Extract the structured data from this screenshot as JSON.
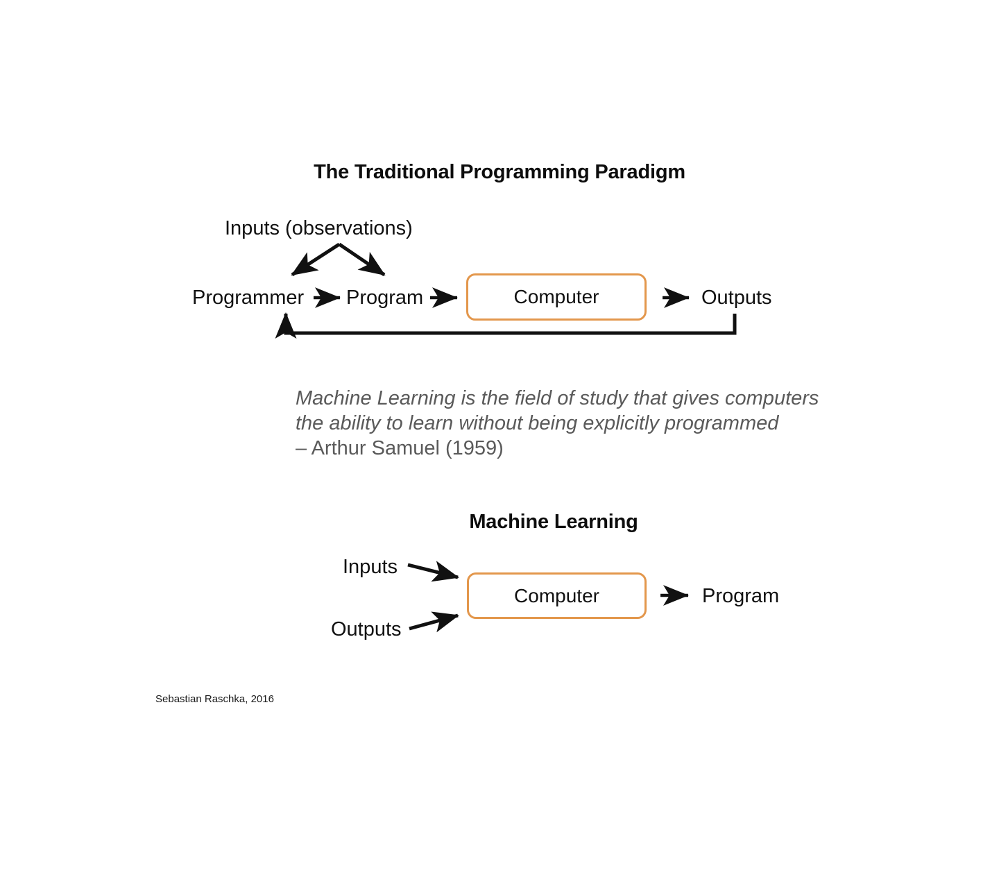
{
  "slide": {
    "background": "#ffffff",
    "accent_color": "#E3974C",
    "text_color": "#111111",
    "quote_color": "#5a5a5a"
  },
  "traditional": {
    "title": "The Traditional Programming Paradigm",
    "inputs_label": "Inputs (observations)",
    "programmer_label": "Programmer",
    "program_label": "Program",
    "computer_label": "Computer",
    "outputs_label": "Outputs"
  },
  "quote": {
    "line1": "Machine Learning is the field of study that gives computers",
    "line2": "the ability to learn without being explicitly programmed",
    "attribution": "– Arthur Samuel (1959)"
  },
  "machine_learning": {
    "title": "Machine Learning",
    "inputs_label": "Inputs",
    "outputs_label": "Outputs",
    "computer_label": "Computer",
    "program_label": "Program"
  },
  "footer": {
    "credit": "Sebastian Raschka, 2016"
  }
}
